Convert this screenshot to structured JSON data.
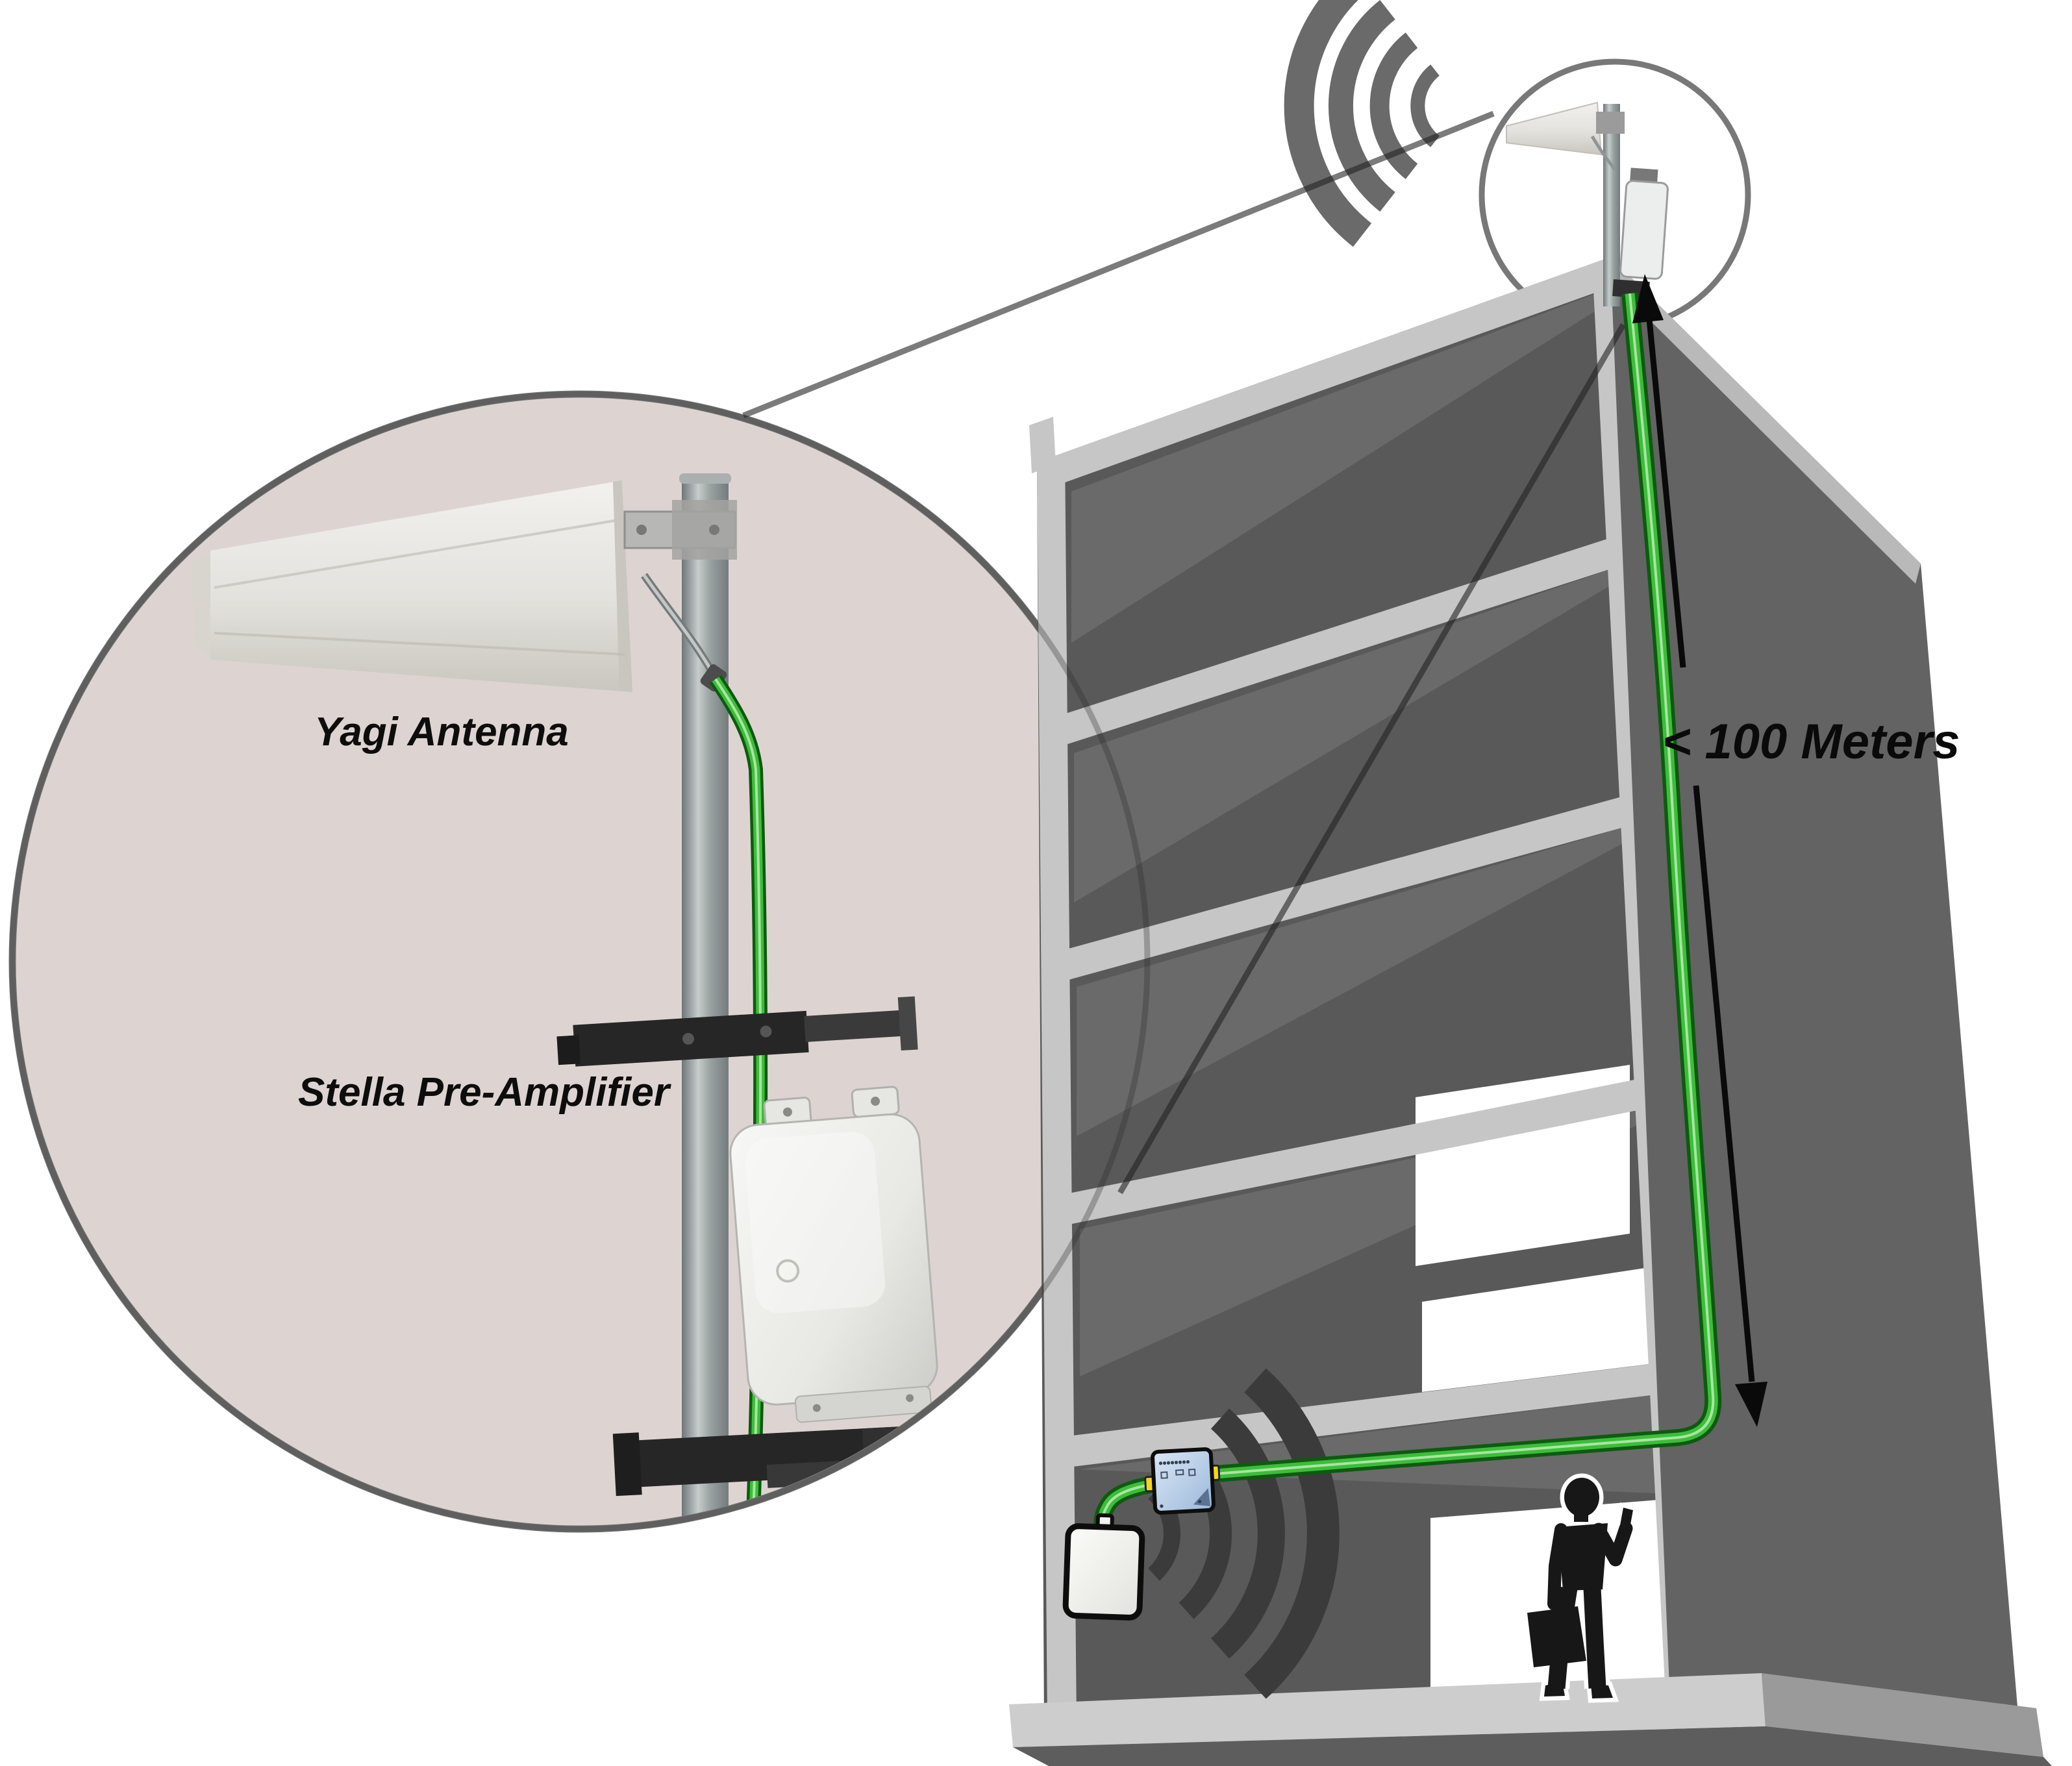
{
  "diagram": {
    "title_hint": "Cellular booster installation: rooftop yagi antenna with pre-amplifier feeding an indoor amplifier and panel antenna through a cable run down a building",
    "labels": {
      "yagi_antenna": "Yagi Antenna",
      "stella_pre_amplifier": "Stella Pre-Amplifier",
      "cable_distance": "< 100 Meters"
    },
    "colors": {
      "background": "#ffffff",
      "magnifier_fill": "#ddd4d1",
      "magnifier_stroke": "#787878",
      "small_circle_fill": "#ffffff",
      "building_front": "#595959",
      "building_front_light": "#6a6a6a",
      "building_side": "#636363",
      "slab_light": "#c6c6c6",
      "parapet_light": "#b9b9b9",
      "plinth_front": "#cdcdcd",
      "plinth_side": "#9a9a9a",
      "plinth_under": "#5d5d5d",
      "opening_white": "#ffffff",
      "wave_outdoor_gray": "#6a6a6a",
      "wave_indoor_dark": "#3b3b3b",
      "cable_green": "#3dbd3b",
      "cable_green_dark": "#0e5a10",
      "cable_green_highlight": "#a9e5a0",
      "amplifier_blue": "#c3d6ee",
      "connector_yellow": "#f5d51e",
      "arrow_black": "#0a0a0a",
      "person_black": "#171717",
      "pole_gray": "#8e9696",
      "yagi_white": "#e9e7e3",
      "box_white": "#efefec",
      "bracket_dark": "#262626"
    }
  }
}
